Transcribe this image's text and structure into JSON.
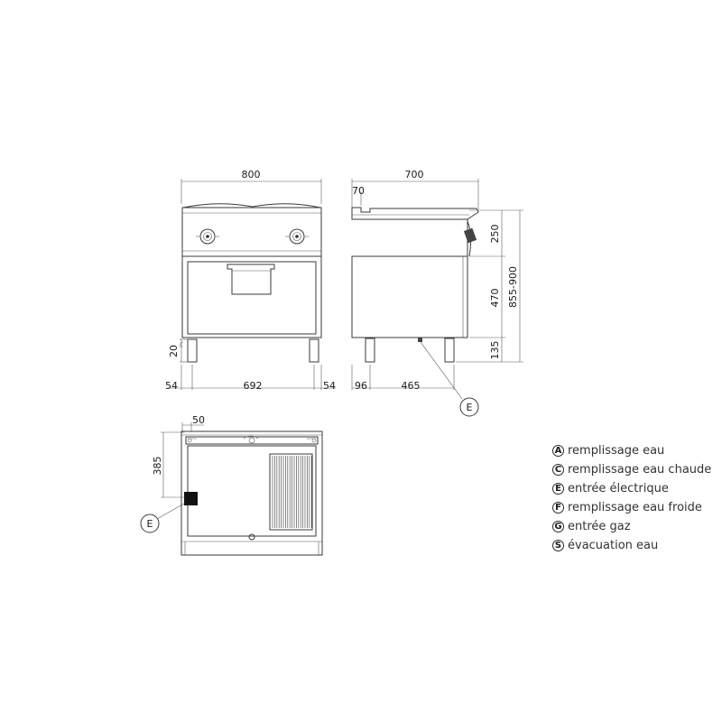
{
  "dimensions": {
    "front_width": "800",
    "front_inner": "692",
    "front_left_foot": "54",
    "front_right_foot": "54",
    "front_foot_height": "20",
    "side_depth": "700",
    "side_top": "70",
    "side_control": "250",
    "side_cabinet": "470",
    "side_total": "855-900",
    "side_legs": "135",
    "side_front_offset": "96",
    "side_gas_offset": "465",
    "top_offset_x": "50",
    "top_offset_y": "385"
  },
  "callouts": {
    "side_e": "E",
    "top_e": "E"
  },
  "legend": [
    {
      "letter": "A",
      "text": "remplissage eau"
    },
    {
      "letter": "C",
      "text": "remplissage eau chaude"
    },
    {
      "letter": "E",
      "text": "entrée électrique"
    },
    {
      "letter": "F",
      "text": "remplissage eau froide"
    },
    {
      "letter": "G",
      "text": "entrée gaz"
    },
    {
      "letter": "S",
      "text": "évacuation eau"
    }
  ]
}
